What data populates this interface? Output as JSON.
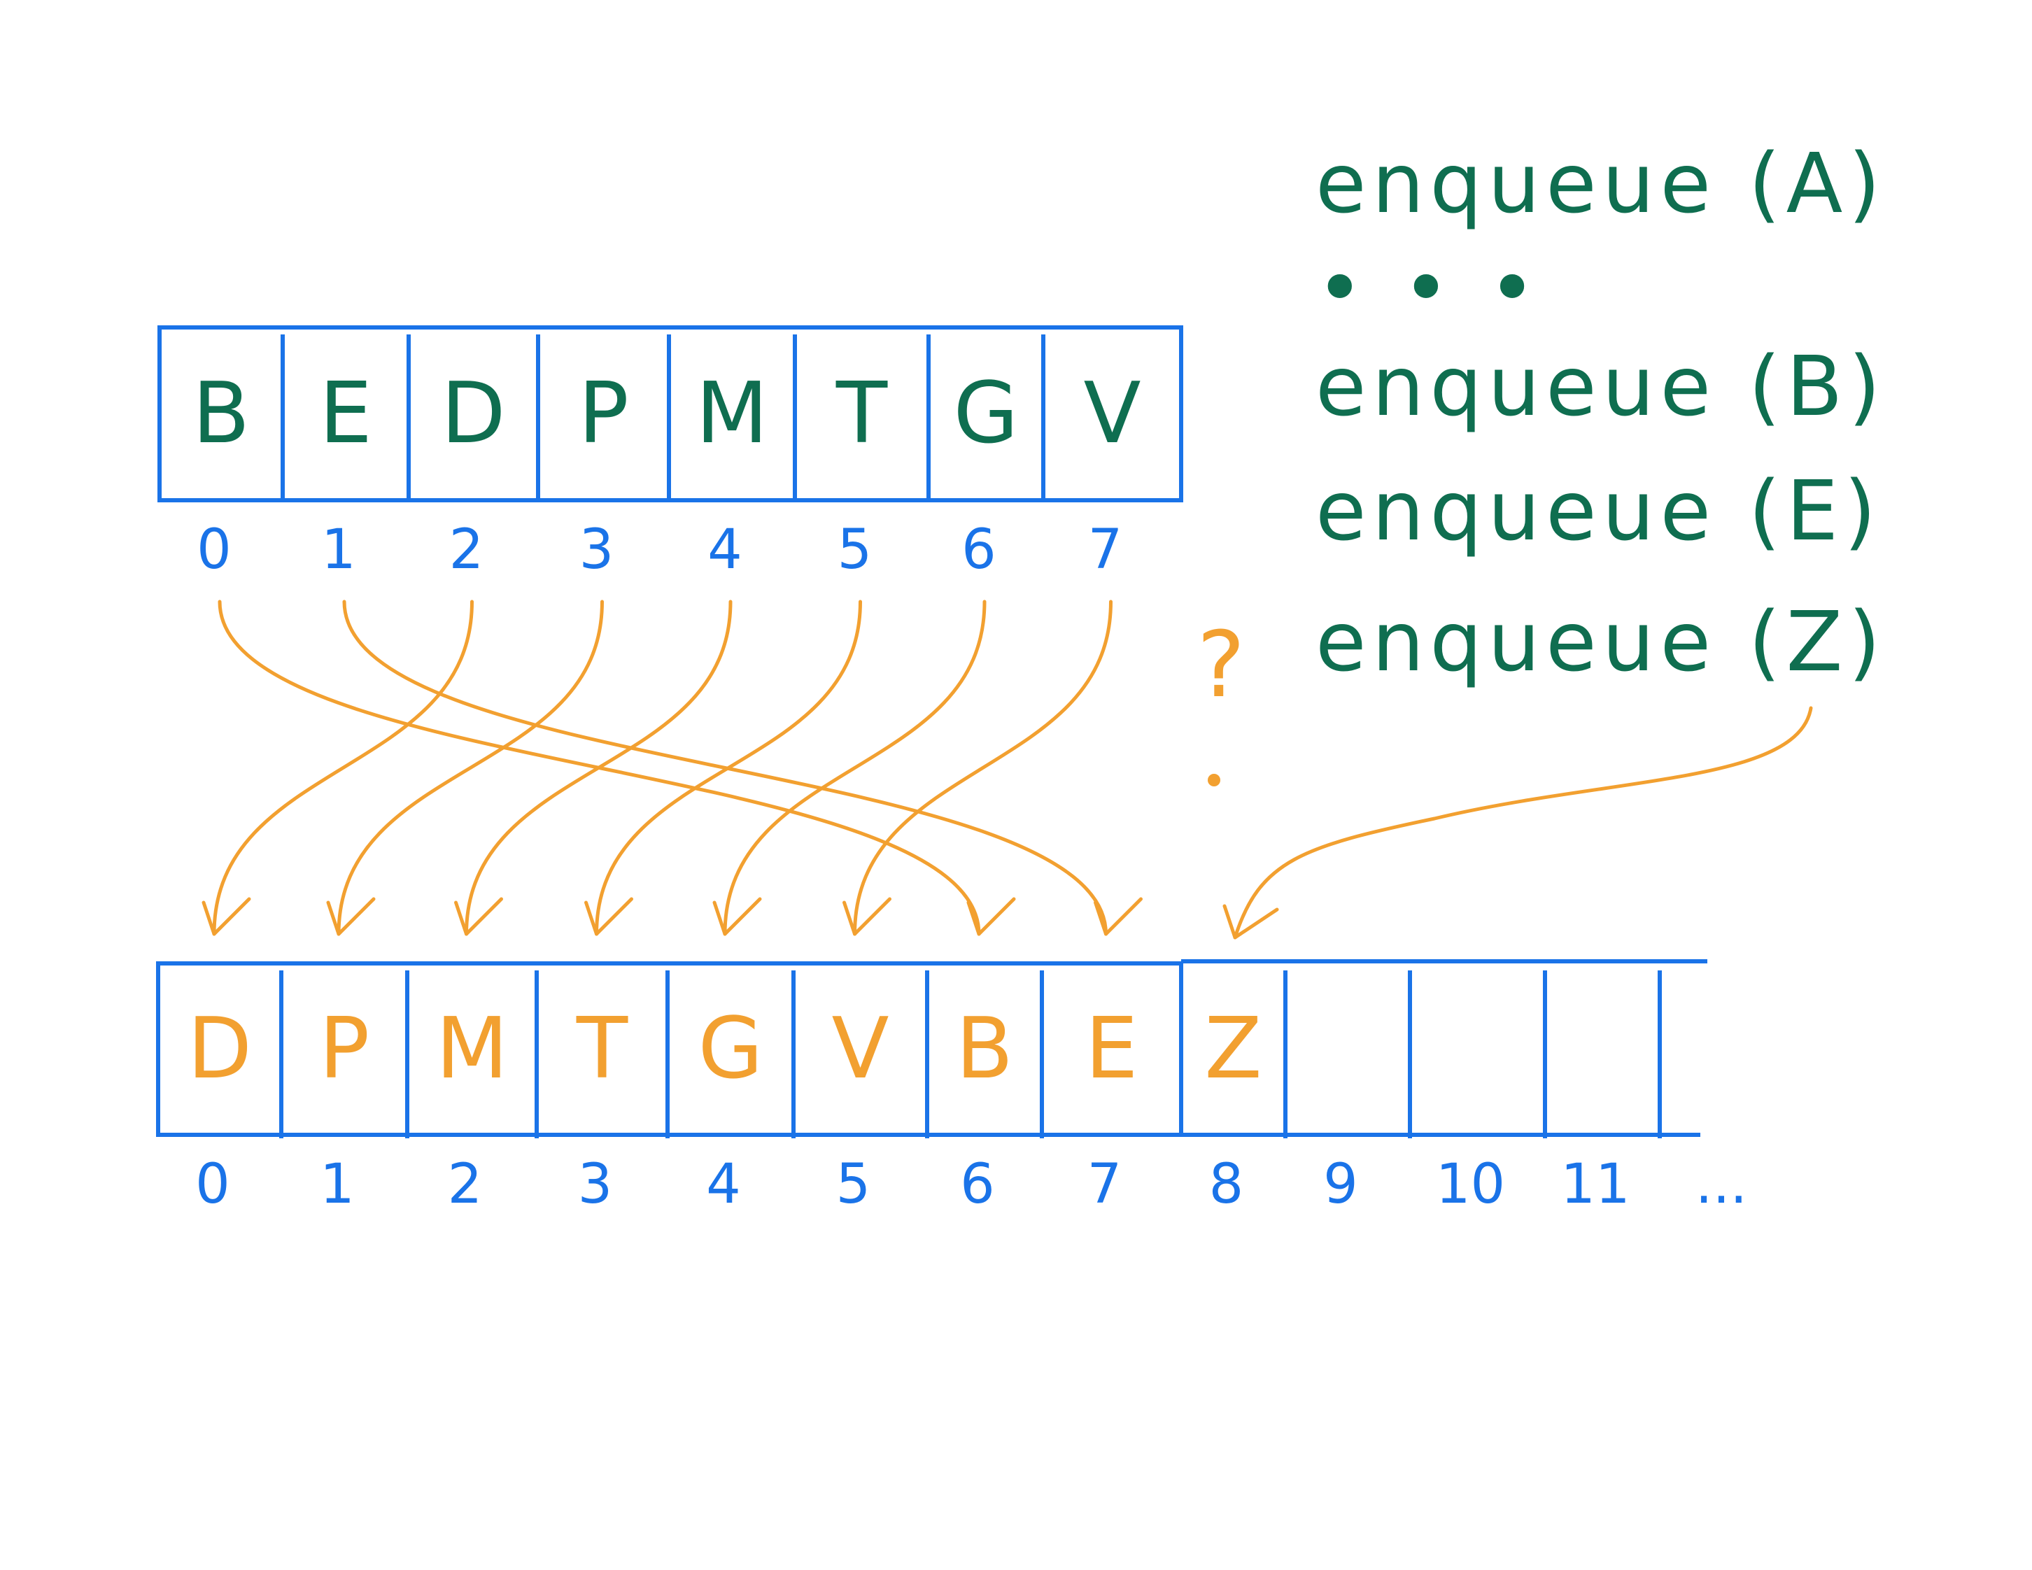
{
  "old_array": {
    "cells": [
      "B",
      "E",
      "D",
      "P",
      "M",
      "T",
      "G",
      "V"
    ],
    "indices": [
      "0",
      "1",
      "2",
      "3",
      "4",
      "5",
      "6",
      "7"
    ]
  },
  "new_array": {
    "cells": [
      "D",
      "P",
      "M",
      "T",
      "G",
      "V",
      "B",
      "E",
      "Z",
      "",
      "",
      "",
      ""
    ],
    "indices": [
      "0",
      "1",
      "2",
      "3",
      "4",
      "5",
      "6",
      "7",
      "8",
      "9",
      "10",
      "11",
      "..."
    ]
  },
  "operations": [
    "enqueue (A)",
    "• • •",
    "enqueue (B)",
    "enqueue (E)",
    "enqueue (Z)"
  ],
  "question_mark": "?",
  "copy_mapping": [
    {
      "from": 0,
      "to": 6
    },
    {
      "from": 1,
      "to": 7
    },
    {
      "from": 2,
      "to": 0
    },
    {
      "from": 3,
      "to": 1
    },
    {
      "from": 4,
      "to": 2
    },
    {
      "from": 5,
      "to": 3
    },
    {
      "from": 6,
      "to": 4
    },
    {
      "from": 7,
      "to": 5
    }
  ],
  "insert_target_index": 8,
  "colors": {
    "old": "#0f6e50",
    "new": "#f2a030",
    "structure": "#1a73e8"
  }
}
